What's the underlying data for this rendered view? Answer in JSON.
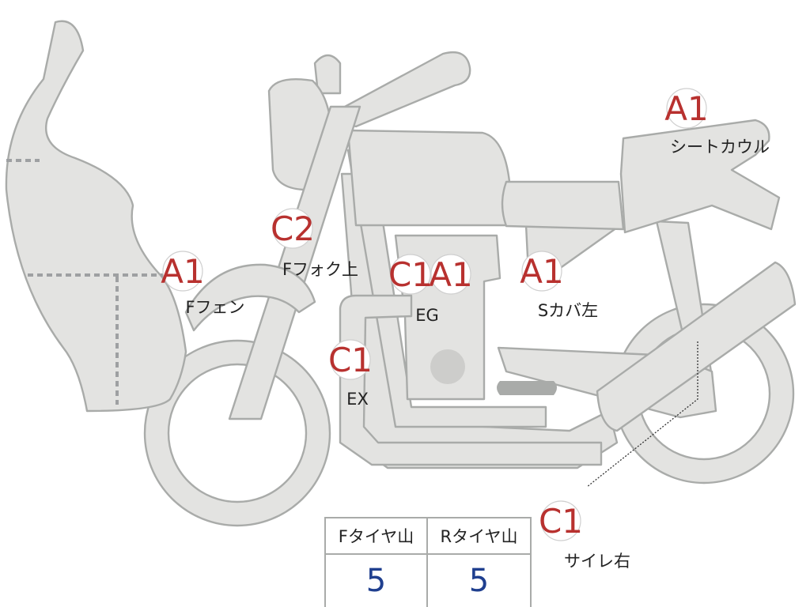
{
  "parts": [
    {
      "id": "seat-cowl",
      "code": "A1",
      "label": "シートカウル"
    },
    {
      "id": "front-fork-upper",
      "code": "C2",
      "label": "Fフォク上"
    },
    {
      "id": "front-fender",
      "code": "A1",
      "label": "Fフェン"
    },
    {
      "id": "engine-c1",
      "code": "C1",
      "label": ""
    },
    {
      "id": "engine-a1",
      "code": "A1",
      "label": "EG"
    },
    {
      "id": "side-cover-left",
      "code": "A1",
      "label": "Sカバ左"
    },
    {
      "id": "exhaust",
      "code": "C1",
      "label": "EX"
    },
    {
      "id": "silencer-right",
      "code": "C1",
      "label": "サイレ右"
    }
  ],
  "tire_table": {
    "headers": [
      "Fタイヤ山",
      "Rタイヤ山"
    ],
    "values": [
      "5",
      "5"
    ]
  },
  "colors": {
    "code_text": "#b8312f",
    "tire_value_text": "#1f3f8f",
    "part_fill": "#e3e3e1",
    "part_stroke": "#a9aba9"
  }
}
